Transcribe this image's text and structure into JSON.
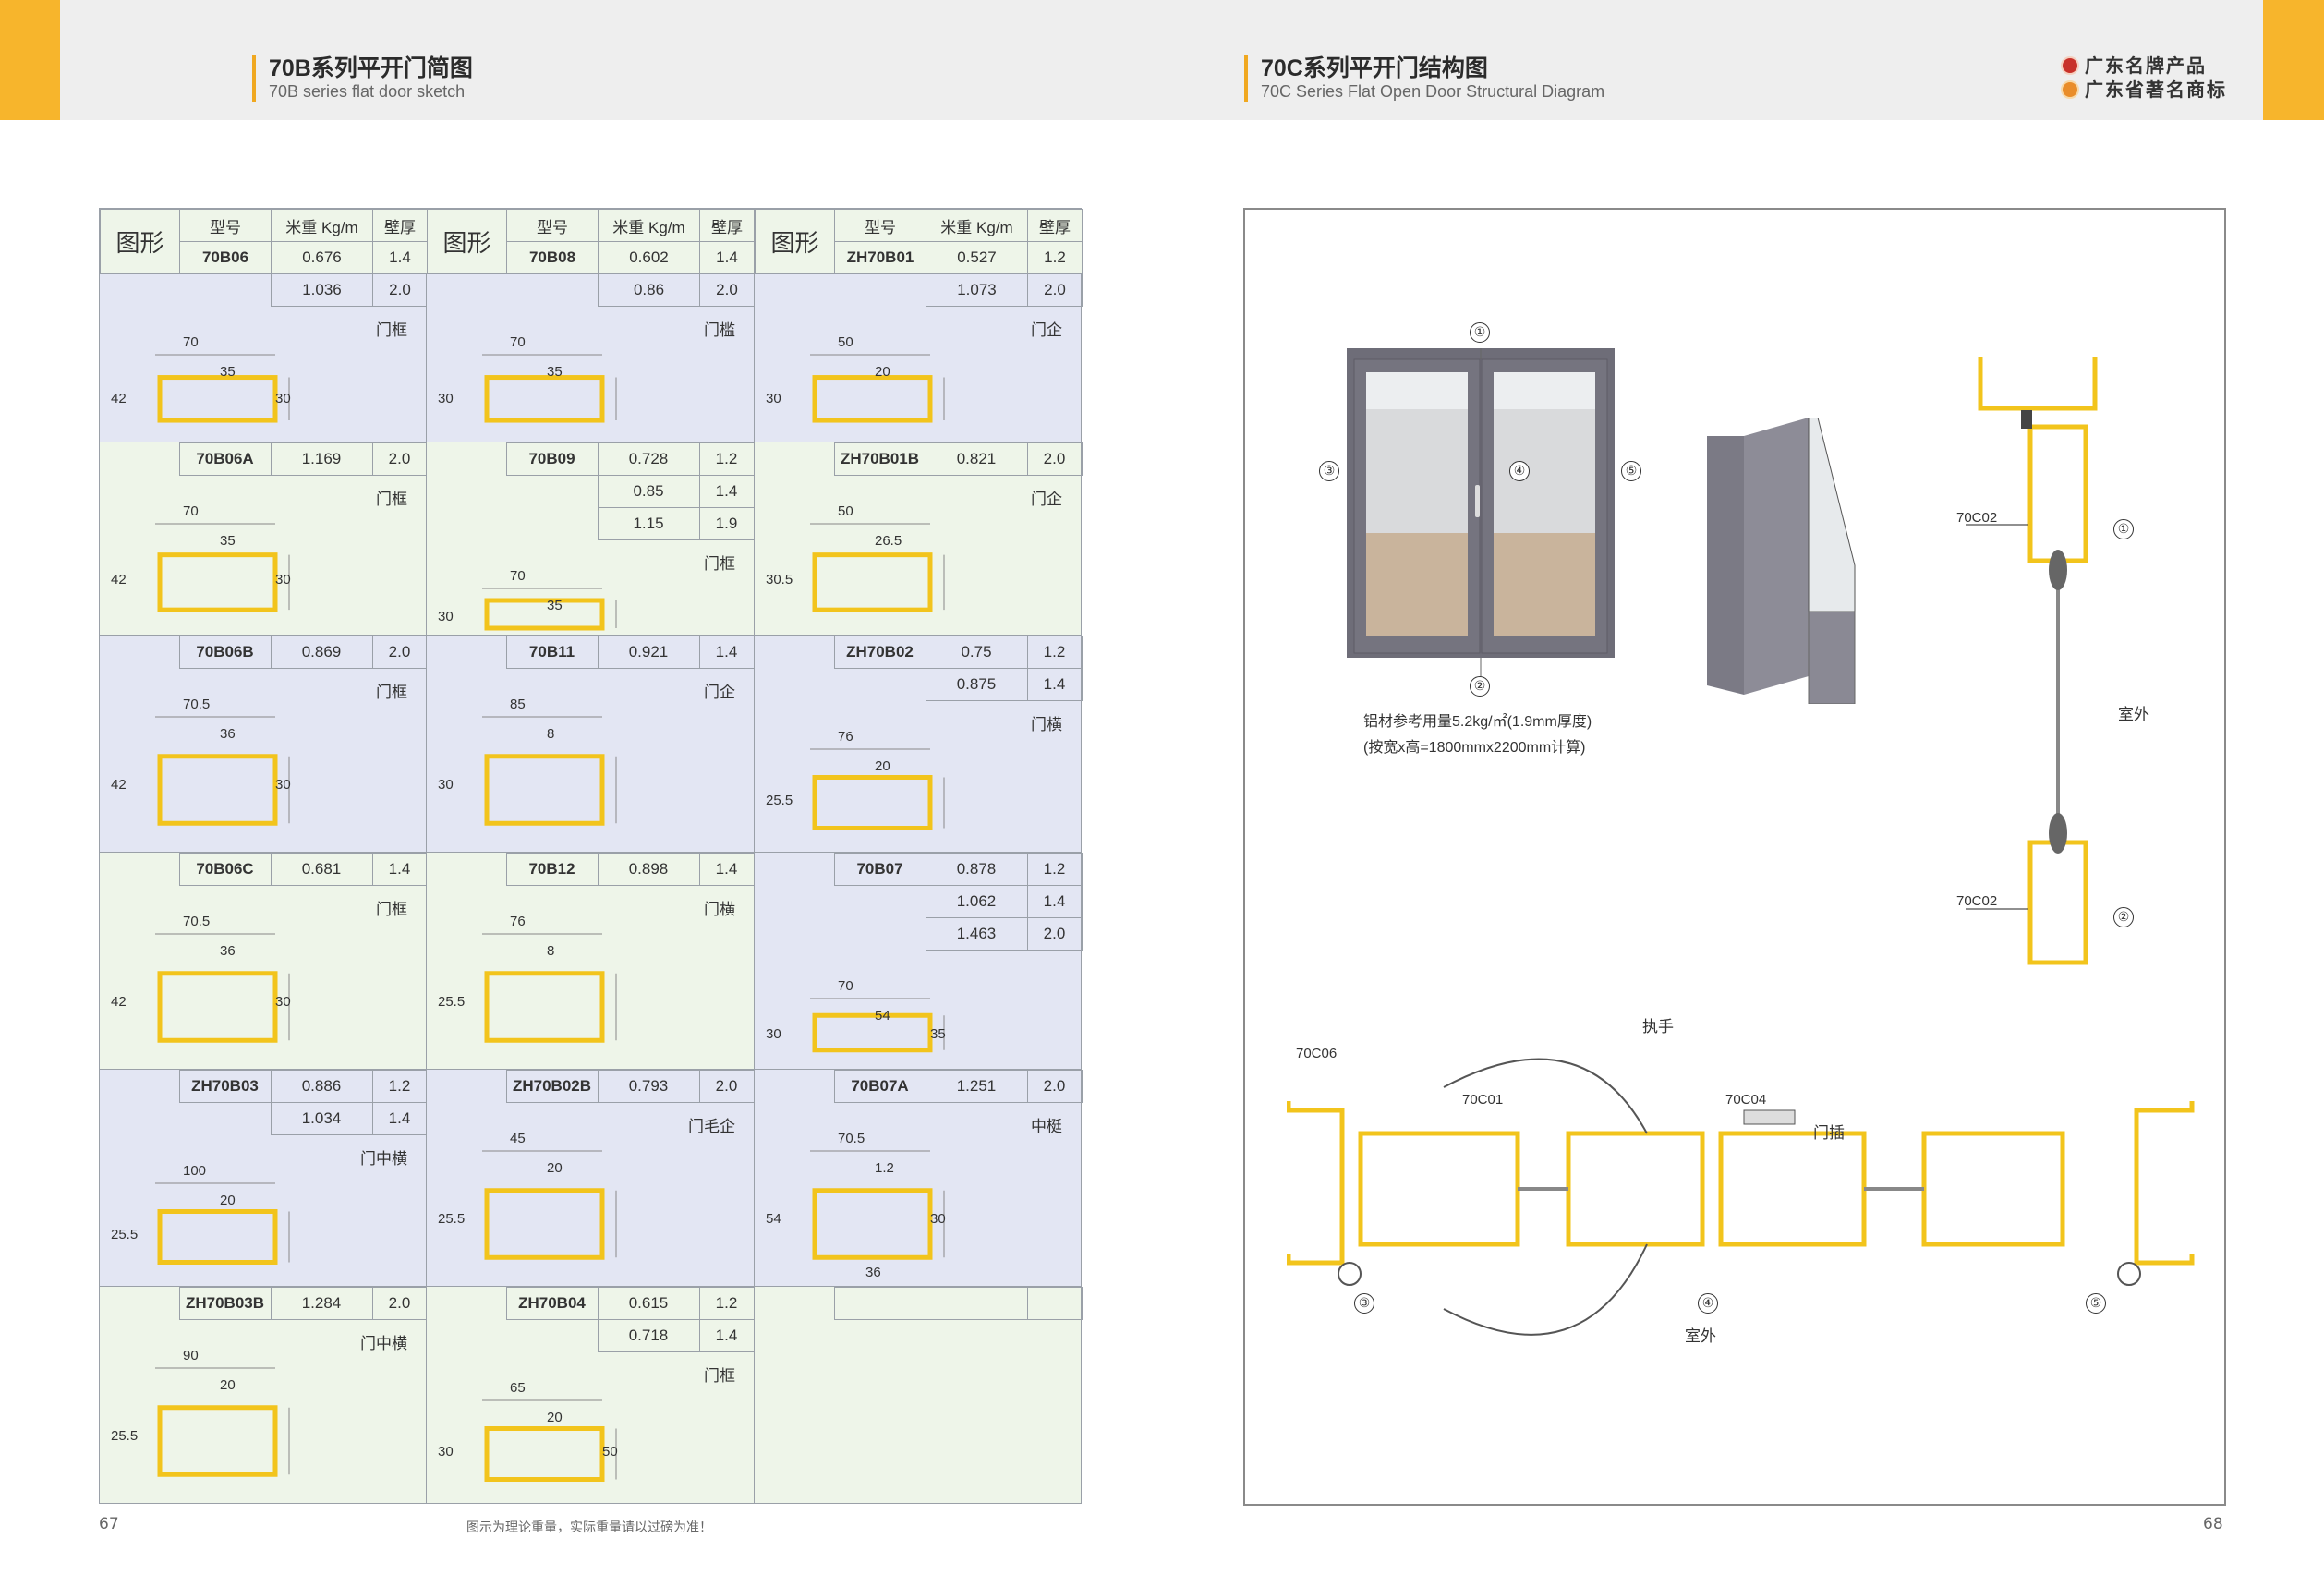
{
  "left_header": {
    "title_cn": "70B系列平开门简图",
    "title_en": "70B series flat door sketch"
  },
  "right_header": {
    "title_cn": "70C系列平开门结构图",
    "title_en": "70C Series Flat Open Door Structural Diagram",
    "badges": [
      "广东名牌产品",
      "广东省著名商标"
    ]
  },
  "table": {
    "headers": {
      "shape": "图形",
      "model": "型号",
      "weight": "米重 Kg/m",
      "thickness": "壁厚"
    },
    "rows": [
      [
        {
          "model": "70B06",
          "specs": [
            [
              "0.676",
              "1.4"
            ],
            [
              "1.036",
              "2.0"
            ]
          ],
          "usage": "门框",
          "dims": [
            "70",
            "35",
            "42",
            "30"
          ]
        },
        {
          "model": "70B08",
          "specs": [
            [
              "0.602",
              "1.4"
            ],
            [
              "0.86",
              "2.0"
            ]
          ],
          "usage": "门槛",
          "dims": [
            "70",
            "35",
            "30"
          ]
        },
        {
          "model": "ZH70B01",
          "specs": [
            [
              "0.527",
              "1.2"
            ],
            [
              "1.073",
              "2.0"
            ]
          ],
          "usage": "门企",
          "dims": [
            "50",
            "20",
            "30"
          ]
        }
      ],
      [
        {
          "model": "70B06A",
          "specs": [
            [
              "1.169",
              "2.0"
            ]
          ],
          "usage": "门框",
          "dims": [
            "70",
            "35",
            "42",
            "30"
          ]
        },
        {
          "model": "70B09",
          "specs": [
            [
              "0.728",
              "1.2"
            ],
            [
              "0.85",
              "1.4"
            ],
            [
              "1.15",
              "1.9"
            ]
          ],
          "usage": "门框",
          "dims": [
            "70",
            "35",
            "30"
          ]
        },
        {
          "model": "ZH70B01B",
          "specs": [
            [
              "0.821",
              "2.0"
            ]
          ],
          "usage": "门企",
          "dims": [
            "50",
            "26.5",
            "30.5"
          ]
        }
      ],
      [
        {
          "model": "70B06B",
          "specs": [
            [
              "0.869",
              "2.0"
            ]
          ],
          "usage": "门框",
          "dims": [
            "70.5",
            "36",
            "42",
            "30"
          ]
        },
        {
          "model": "70B11",
          "specs": [
            [
              "0.921",
              "1.4"
            ]
          ],
          "usage": "门企",
          "dims": [
            "85",
            "8",
            "30"
          ]
        },
        {
          "model": "ZH70B02",
          "specs": [
            [
              "0.75",
              "1.2"
            ],
            [
              "0.875",
              "1.4"
            ]
          ],
          "usage": "门横",
          "dims": [
            "76",
            "20",
            "25.5"
          ]
        }
      ],
      [
        {
          "model": "70B06C",
          "specs": [
            [
              "0.681",
              "1.4"
            ]
          ],
          "usage": "门框",
          "dims": [
            "70.5",
            "36",
            "42",
            "30"
          ]
        },
        {
          "model": "70B12",
          "specs": [
            [
              "0.898",
              "1.4"
            ]
          ],
          "usage": "门横",
          "dims": [
            "76",
            "8",
            "25.5"
          ]
        },
        {
          "model": "70B07",
          "specs": [
            [
              "0.878",
              "1.2"
            ],
            [
              "1.062",
              "1.4"
            ],
            [
              "1.463",
              "2.0"
            ]
          ],
          "usage": "",
          "dims": [
            "70",
            "54",
            "30",
            "35"
          ]
        }
      ],
      [
        {
          "model": "ZH70B03",
          "specs": [
            [
              "0.886",
              "1.2"
            ],
            [
              "1.034",
              "1.4"
            ]
          ],
          "usage": "门中横",
          "dims": [
            "100",
            "20",
            "25.5"
          ]
        },
        {
          "model": "ZH70B02B",
          "specs": [
            [
              "0.793",
              "2.0"
            ]
          ],
          "usage": "门毛企",
          "dims": [
            "45",
            "20",
            "25.5"
          ]
        },
        {
          "model": "70B07A",
          "specs": [
            [
              "1.251",
              "2.0"
            ]
          ],
          "usage": "中梃",
          "dims": [
            "70.5",
            "1.2",
            "54",
            "30",
            "36"
          ]
        }
      ],
      [
        {
          "model": "ZH70B03B",
          "specs": [
            [
              "1.284",
              "2.0"
            ]
          ],
          "usage": "门中横",
          "dims": [
            "90",
            "20",
            "25.5"
          ]
        },
        {
          "model": "ZH70B04",
          "specs": [
            [
              "0.615",
              "1.2"
            ],
            [
              "0.718",
              "1.4"
            ]
          ],
          "usage": "门框",
          "dims": [
            "65",
            "20",
            "30",
            "50"
          ]
        },
        {
          "model": "",
          "specs": [
            [
              "",
              ""
            ]
          ],
          "usage": "",
          "dims": []
        }
      ]
    ]
  },
  "diagram": {
    "callouts": [
      "①",
      "②",
      "③",
      "④",
      "⑤"
    ],
    "usage_note_1": "铝材参考用量5.2kg/㎡(1.9mm厚度)",
    "usage_note_2": "(按宽x高=1800mmx2200mm计算)",
    "labels": {
      "p70c02": "70C02",
      "outside": "室外",
      "handle": "执手",
      "p70c06": "70C06",
      "p70c01": "70C01",
      "p70c04": "70C04",
      "latch": "门插"
    }
  },
  "footer": {
    "page_left": "67",
    "note": "图示为理论重量，实际重量请以过磅为准！",
    "page_right": "68"
  },
  "colors": {
    "accent": "#f7b52c",
    "profile": "#f2c41c",
    "door": "#6e6d78",
    "green_cell": "#eef5e9",
    "blue_cell": "#e3e6f3"
  }
}
